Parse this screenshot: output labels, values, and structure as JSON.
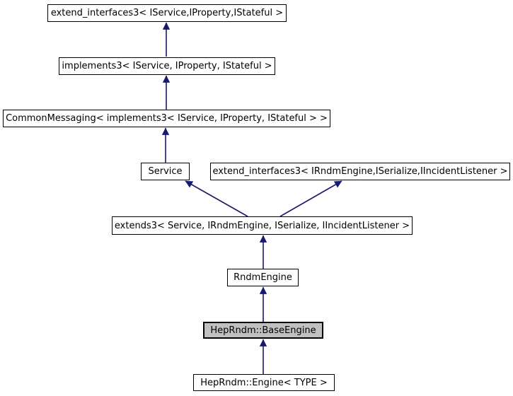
{
  "diagram": {
    "type": "class-inheritance-graph",
    "colors": {
      "edge": "#191970",
      "node_border": "#000000",
      "node_fill": "#ffffff",
      "highlight_fill": "#c0c0c0",
      "text": "#000000"
    },
    "nodes": [
      {
        "label": "extend_interfaces3< IService,IProperty,IStateful >",
        "highlighted": false
      },
      {
        "label": "implements3< IService, IProperty, IStateful >",
        "highlighted": false
      },
      {
        "label": "CommonMessaging< implements3< IService, IProperty, IStateful > >",
        "highlighted": false
      },
      {
        "label": "Service",
        "highlighted": false
      },
      {
        "label": "extend_interfaces3< IRndmEngine,ISerialize,IIncidentListener >",
        "highlighted": false
      },
      {
        "label": "extends3< Service, IRndmEngine, ISerialize, IIncidentListener >",
        "highlighted": false
      },
      {
        "label": "RndmEngine",
        "highlighted": false
      },
      {
        "label": "HepRndm::BaseEngine",
        "highlighted": true
      },
      {
        "label": "HepRndm::Engine< TYPE >",
        "highlighted": false
      }
    ],
    "edges": [
      {
        "from": "implements3< IService, IProperty, IStateful >",
        "to": "extend_interfaces3< IService,IProperty,IStateful >"
      },
      {
        "from": "CommonMessaging< implements3< IService, IProperty, IStateful > >",
        "to": "implements3< IService, IProperty, IStateful >"
      },
      {
        "from": "Service",
        "to": "CommonMessaging< implements3< IService, IProperty, IStateful > >"
      },
      {
        "from": "extends3< Service, IRndmEngine, ISerialize, IIncidentListener >",
        "to": "Service"
      },
      {
        "from": "extends3< Service, IRndmEngine, ISerialize, IIncidentListener >",
        "to": "extend_interfaces3< IRndmEngine,ISerialize,IIncidentListener >"
      },
      {
        "from": "RndmEngine",
        "to": "extends3< Service, IRndmEngine, ISerialize, IIncidentListener >"
      },
      {
        "from": "HepRndm::BaseEngine",
        "to": "RndmEngine"
      },
      {
        "from": "HepRndm::Engine< TYPE >",
        "to": "HepRndm::BaseEngine"
      }
    ]
  }
}
